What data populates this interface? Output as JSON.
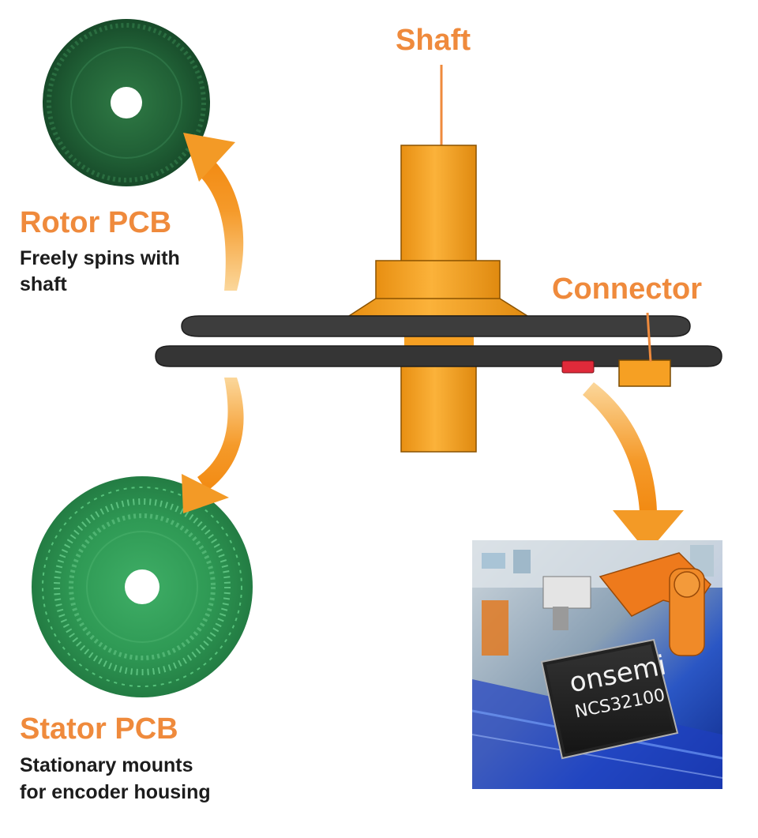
{
  "labels": {
    "shaft": "Shaft",
    "connector": "Connector",
    "rotor_title": "Rotor PCB",
    "rotor_desc_1": "Freely spins with",
    "rotor_desc_2": "shaft",
    "stator_title": "Stator PCB",
    "stator_desc_1": "Stationary mounts",
    "stator_desc_2": "for encoder housing"
  },
  "chip": {
    "brand": "onsemi",
    "part": "NCS32100"
  },
  "colors": {
    "accent_orange": "#ef8a3c",
    "shaft_orange": "#f6a023",
    "pcb_dark_green": "#1f5d34",
    "pcb_green": "#2f9a55",
    "disc_gray": "#3b3b3b",
    "text_dark": "#1c1c1c"
  },
  "icons": {
    "arrow": "curved-arrow-icon"
  }
}
